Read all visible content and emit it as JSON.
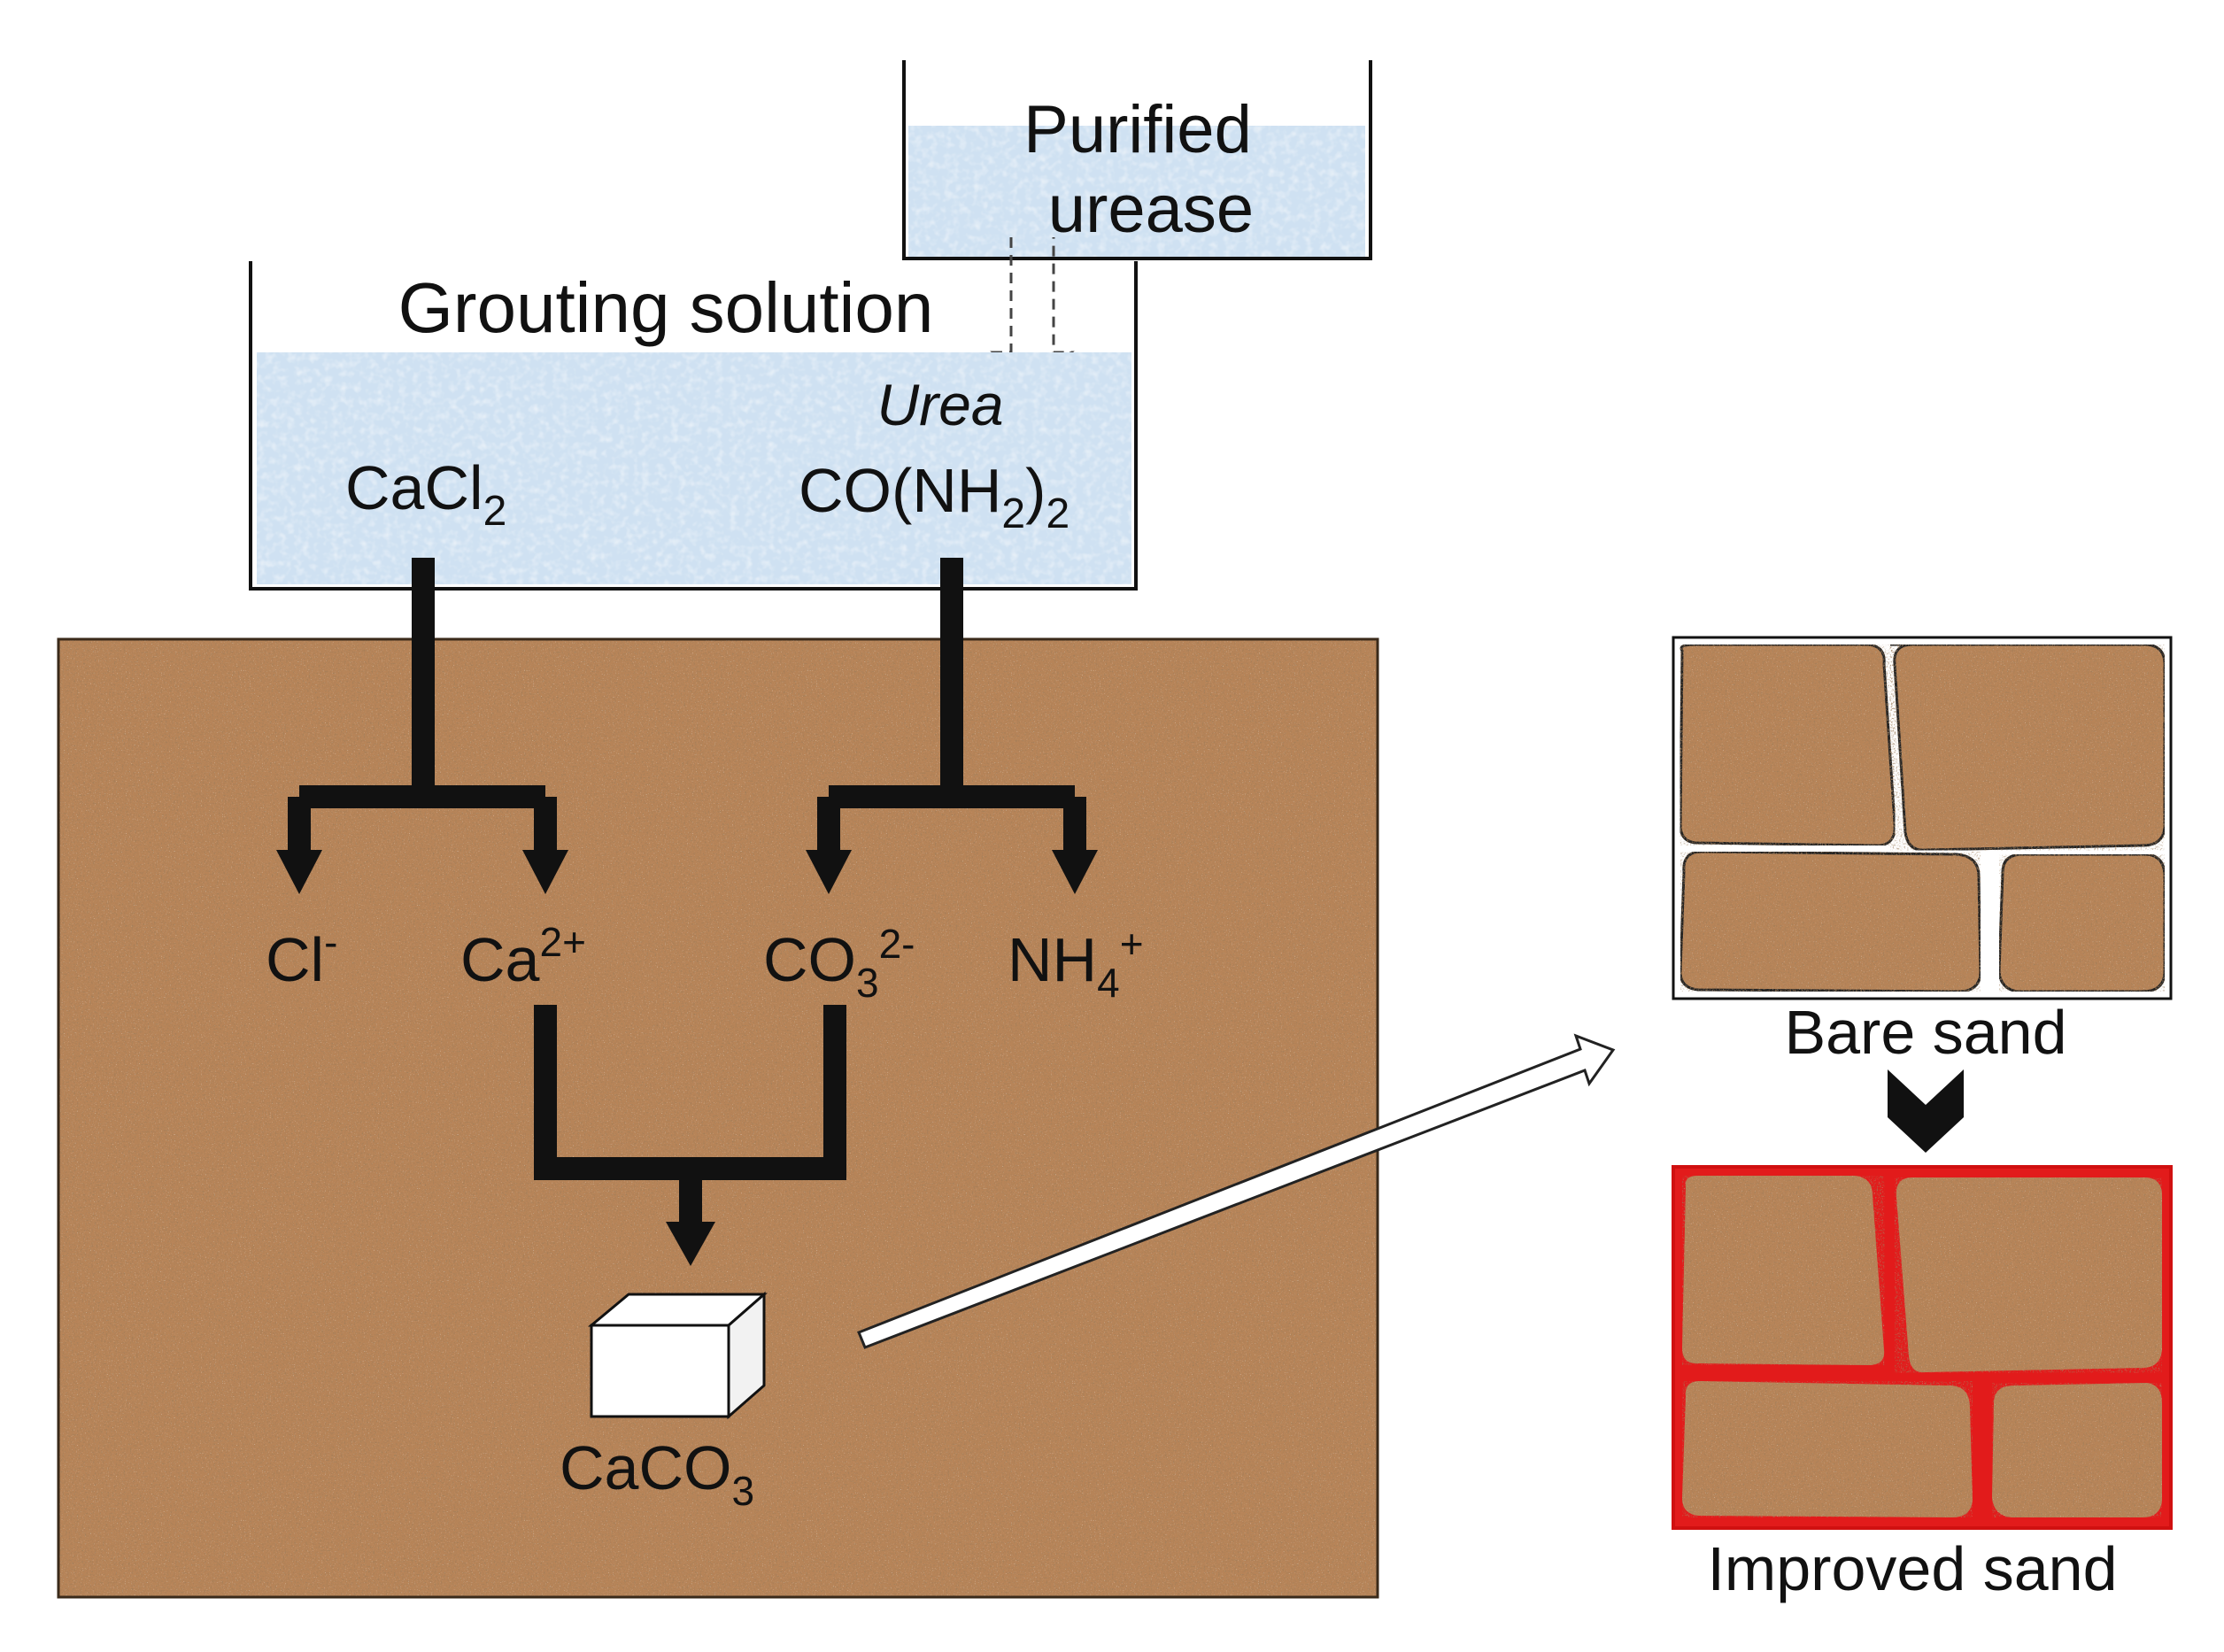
{
  "enzyme_tank": {
    "line1": "Purified",
    "line2": "urease"
  },
  "grouting_tank": {
    "title": "Grouting solution",
    "urea_label": "Urea",
    "reagent_left": {
      "base": "CaCl",
      "sub": "2"
    },
    "reagent_right": {
      "pre": "CO(NH",
      "sub1": "2",
      "mid": ")",
      "sub2": "2"
    }
  },
  "ions": {
    "chloride": {
      "base": "Cl",
      "sup": "-"
    },
    "calcium": {
      "base": "Ca",
      "sup": "2+"
    },
    "carbonate": {
      "base": "CO",
      "sub": "3",
      "sup": "2-"
    },
    "ammonium": {
      "base": "NH",
      "sub": "4",
      "sup": "+"
    }
  },
  "product": {
    "base": "CaCO",
    "sub": "3"
  },
  "insets": {
    "bare_label": "Bare sand",
    "improved_label": "Improved sand"
  },
  "colors": {
    "liquid": "#cfe1f2",
    "soil": "#b78458",
    "soil_border": "#5a3a20",
    "cement": "#e21b1b",
    "arrow": "#111111"
  }
}
